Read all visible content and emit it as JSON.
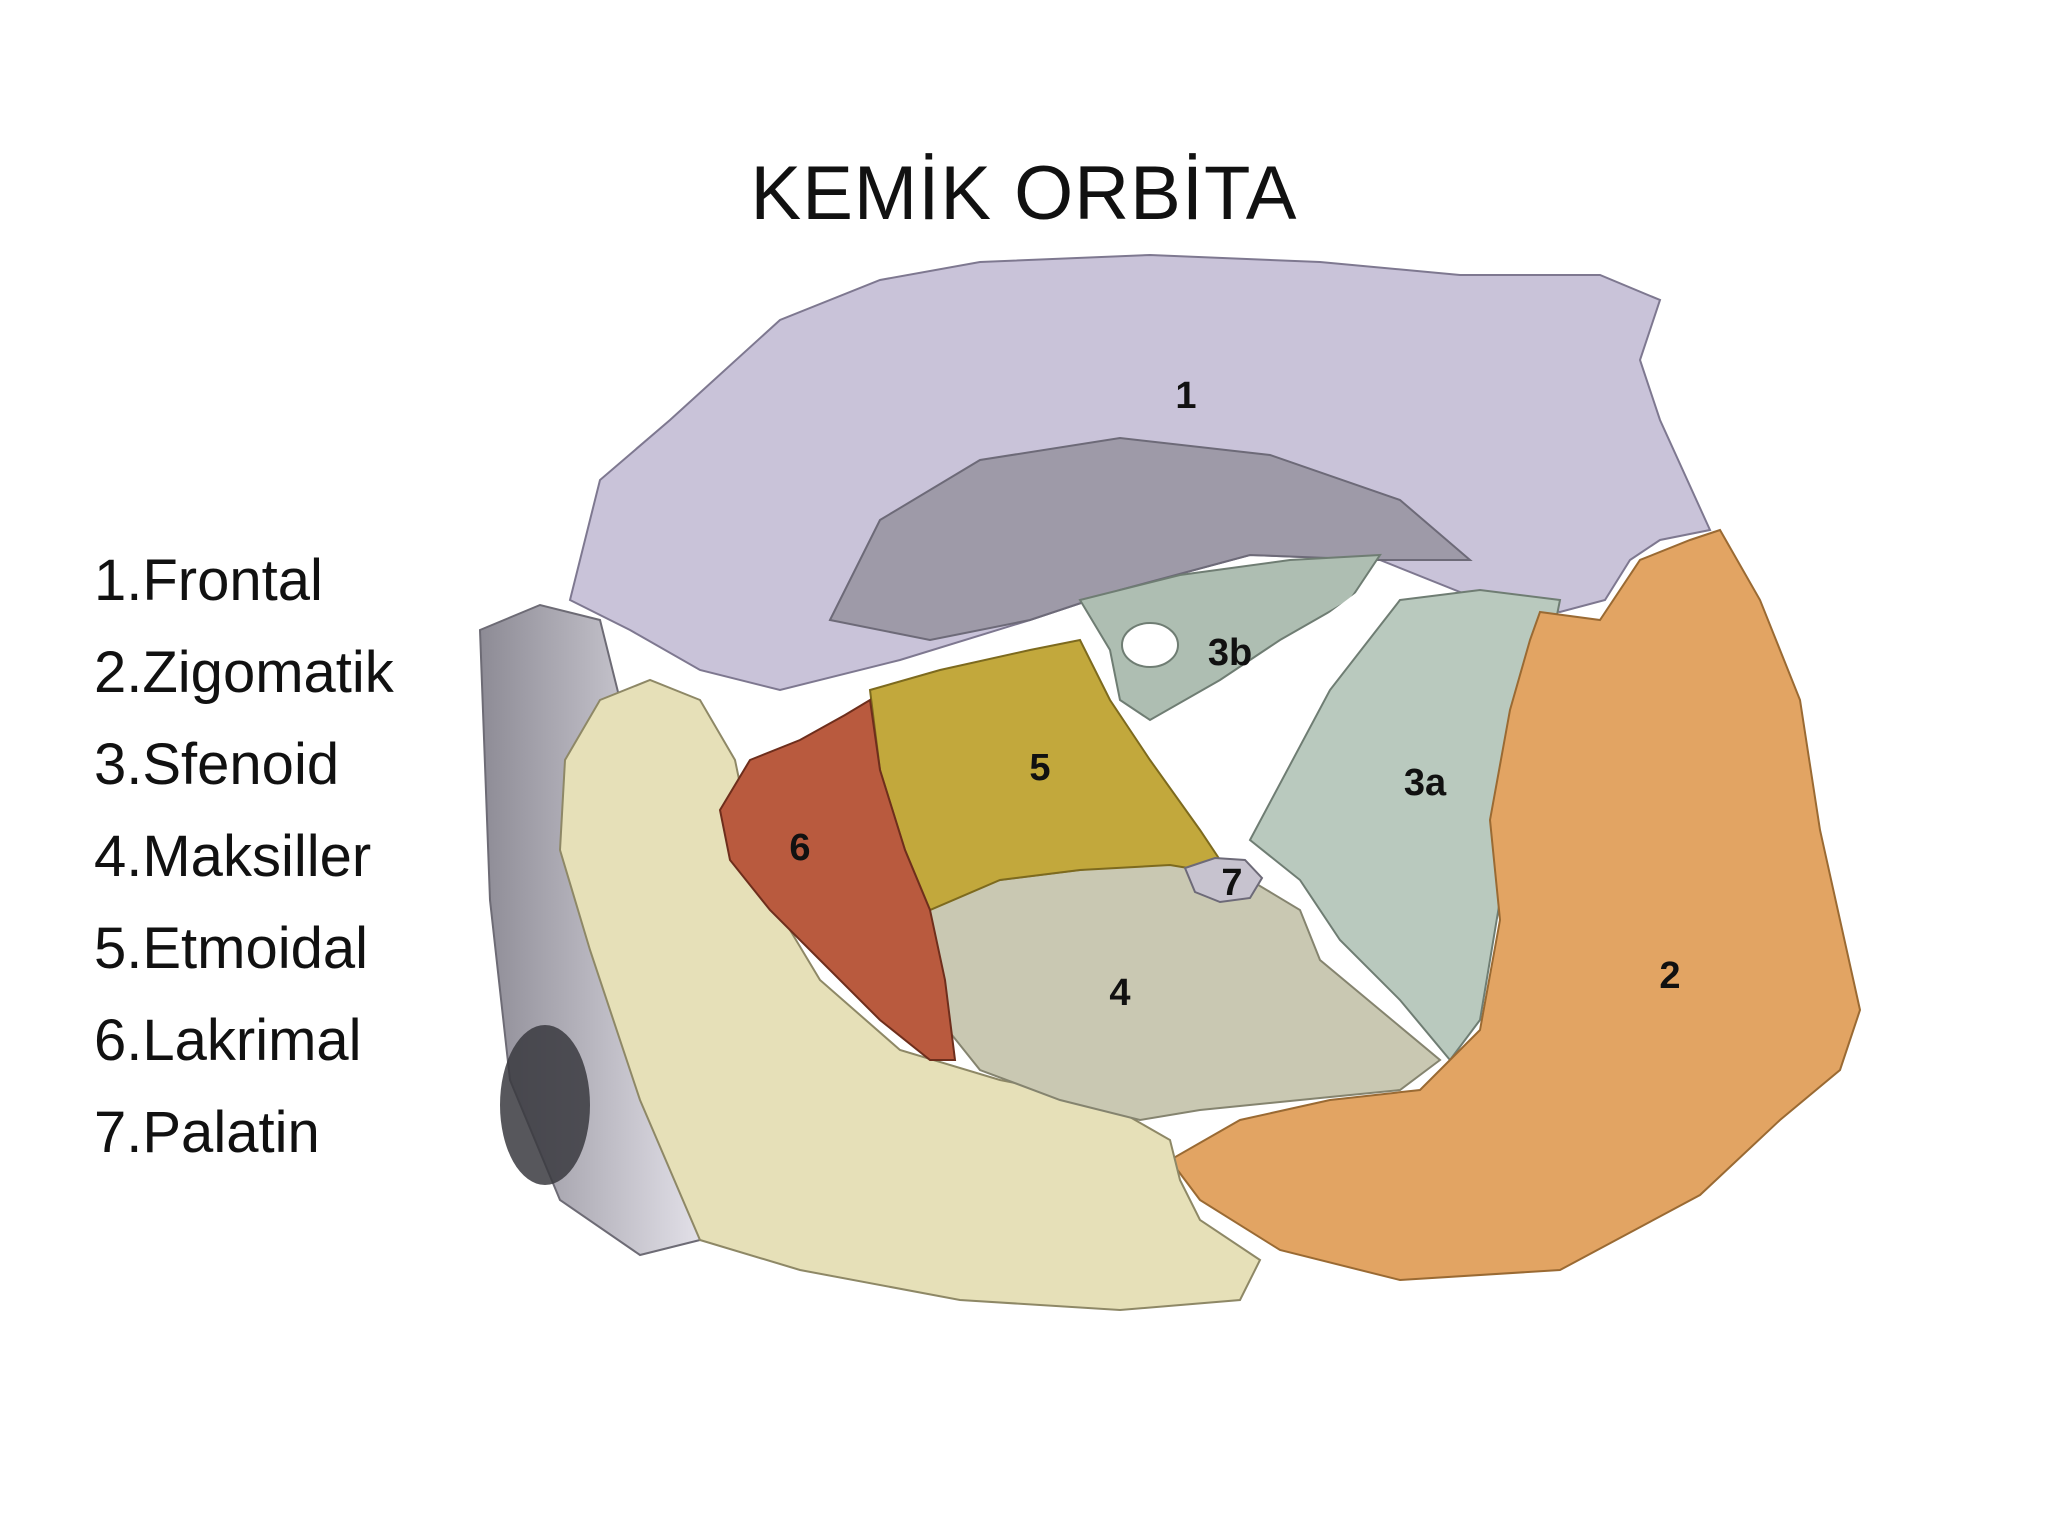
{
  "title": "KEMİK ORBİTA",
  "legend": [
    "1.Frontal",
    "2.Zigomatik",
    "3.Sfenoid",
    "4.Maksiller",
    "5.Etmoidal",
    "6.Lakrimal",
    "7.Palatin"
  ],
  "markers": {
    "frontal": "1",
    "zygomatic": "2",
    "sphenoid_a": "3a",
    "sphenoid_b": "3b",
    "maxilla": "4",
    "ethmoid": "5",
    "lacrimal": "6",
    "palatine": "7"
  },
  "colors": {
    "frontal": "#c9c3d9",
    "zygomatic": "#e2a463",
    "sphenoid": "#b9c9be",
    "maxilla": "#e6e0b8",
    "ethmoid": "#c2a83c",
    "lacrimal": "#b95a3e",
    "palatine": "#c7c3cf",
    "orbit_floor": "#c9c8b2"
  }
}
